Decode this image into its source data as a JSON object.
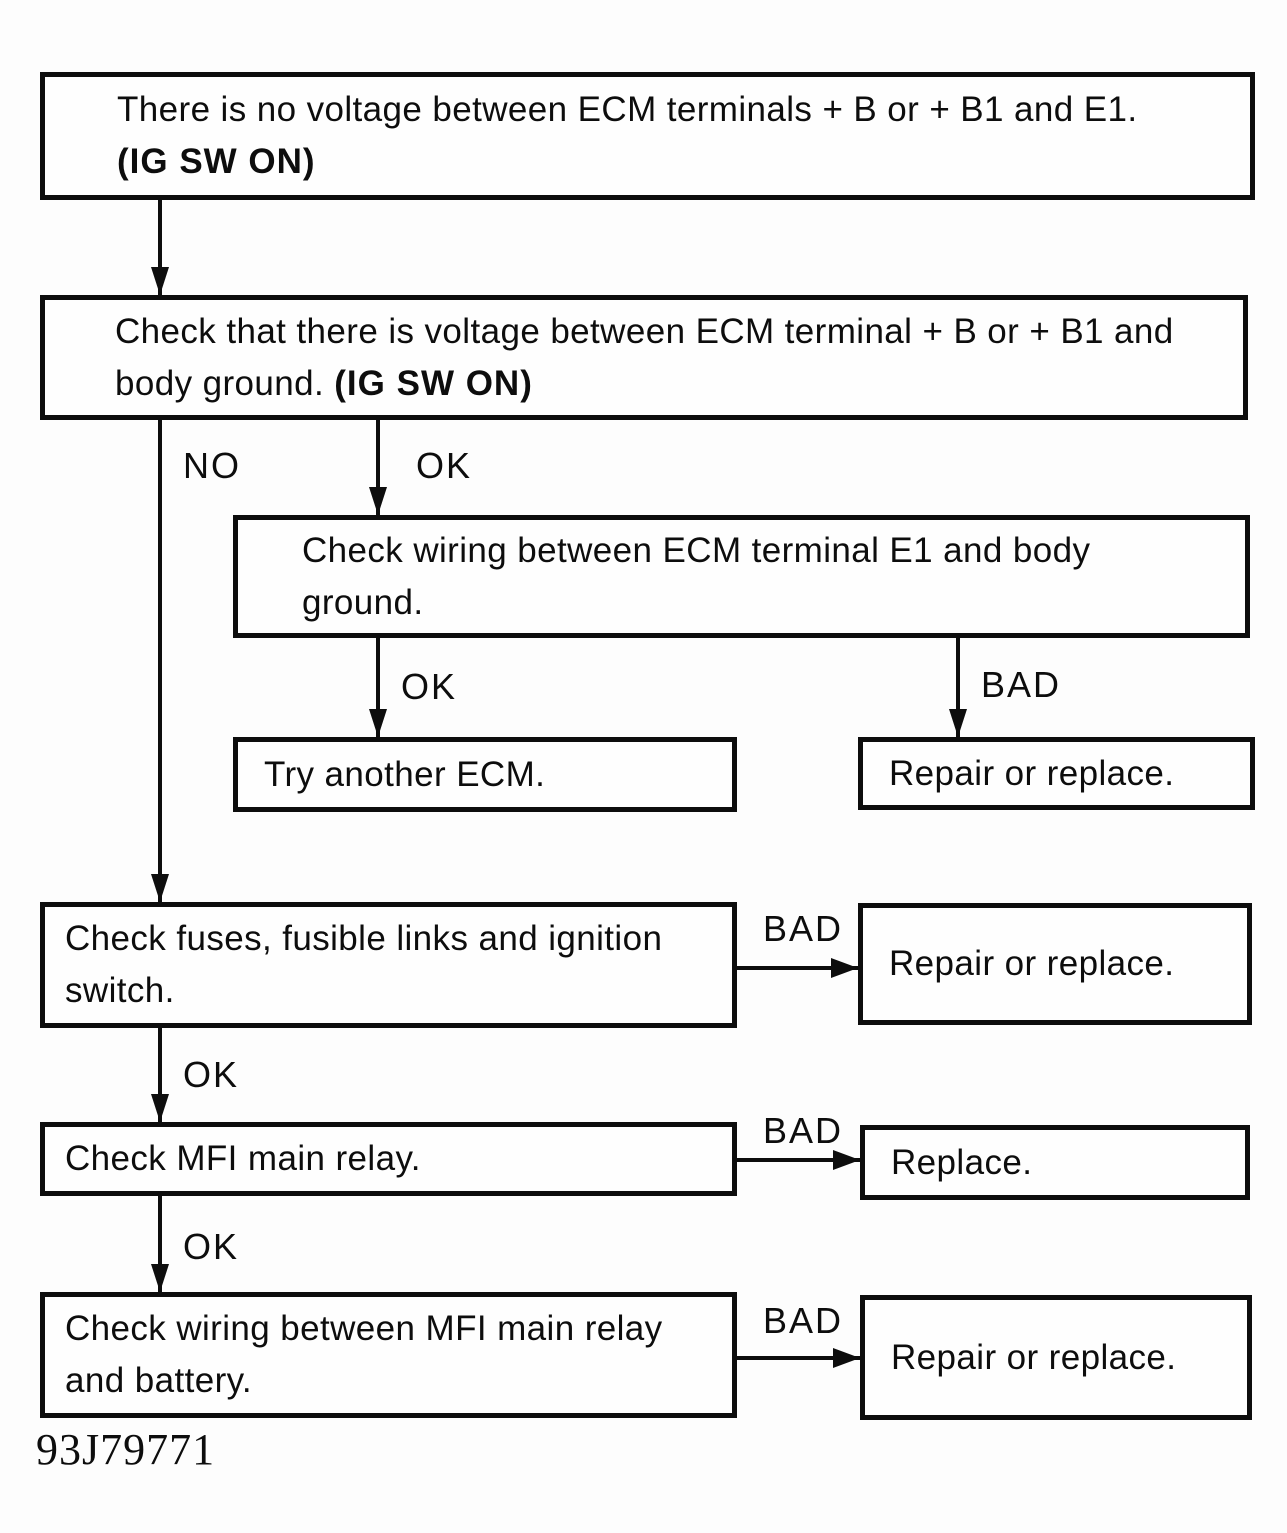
{
  "figure_id": "93J79771",
  "nodes": {
    "problem": {
      "line1": "There is no voltage between ECM terminals + B or + B1 and E1.",
      "line2_bold": "(IG SW ON)"
    },
    "check_voltage": {
      "line1": "Check that there is voltage between ECM terminal + B or + B1 and",
      "line2": "body ground.",
      "line2_bold": "(IG SW ON)"
    },
    "check_wiring_e1": {
      "line1": "Check wiring between ECM terminal E1 and body",
      "line2": "ground."
    },
    "try_another_ecm": {
      "text": "Try another ECM."
    },
    "repair_or_replace_1": {
      "text": "Repair or replace."
    },
    "check_fuses": {
      "line1": "Check fuses, fusible links and ignition",
      "line2": "switch."
    },
    "repair_or_replace_2": {
      "text": "Repair or replace."
    },
    "check_mfi_relay": {
      "text": "Check MFI main relay."
    },
    "replace": {
      "text": "Replace."
    },
    "check_wiring_mfi": {
      "line1": "Check wiring between MFI main relay",
      "line2": "and battery."
    },
    "repair_or_replace_3": {
      "text": "Repair or replace."
    }
  },
  "edge_labels": {
    "no": "NO",
    "ok1": "OK",
    "ok2": "OK",
    "bad1": "BAD",
    "bad2": "BAD",
    "ok3": "OK",
    "bad3": "BAD",
    "ok4": "OK",
    "bad4": "BAD"
  },
  "colors": {
    "ink": "#0d0d0d",
    "paper": "#fdfdfd"
  }
}
